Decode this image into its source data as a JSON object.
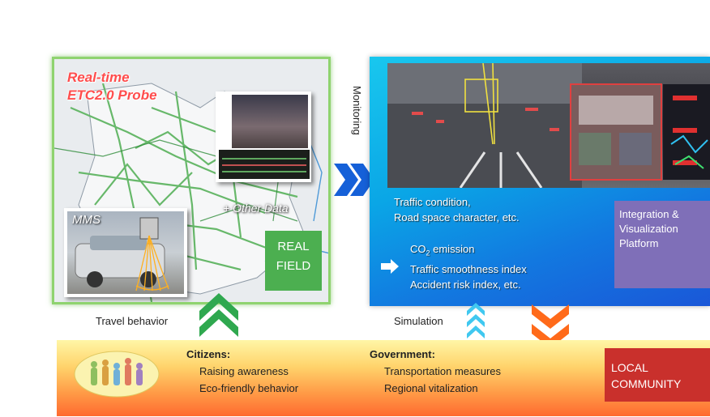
{
  "real_field": {
    "realtime_line1": "Real-time",
    "realtime_line2": "ETC2.0 Probe",
    "mms_label": "MMS",
    "other_data": "+ Other Data",
    "box_line1": "REAL",
    "box_line2": "FIELD"
  },
  "monitoring_label": "Monitoring",
  "platform": {
    "line1": "Traffic condition,",
    "line2": "Road space character, etc.",
    "co2": "CO",
    "co2_sub": "2",
    "co2_rest": " emission",
    "smoothness": "Traffic smoothness index",
    "accident": "Accident risk index, etc.",
    "integration_line1": "Integration &",
    "integration_line2": "Visualization",
    "integration_line3": "Platform"
  },
  "travel_behavior_label": "Travel behavior",
  "simulation_label": "Simulation",
  "community": {
    "citizens_head": "Citizens:",
    "citizens_item1": "Raising awareness",
    "citizens_item2": "Eco-friendly behavior",
    "government_head": "Government:",
    "government_item1": "Transportation measures",
    "government_item2": "Regional vitalization",
    "local_line1": "LOCAL",
    "local_line2": "COMMUNITY"
  },
  "colors": {
    "green_arrow": "#2fa84f",
    "blue_chevron": "#1560d8",
    "orange_chevron": "#ff6a1a",
    "sim_arrow": "#40c8f0"
  }
}
